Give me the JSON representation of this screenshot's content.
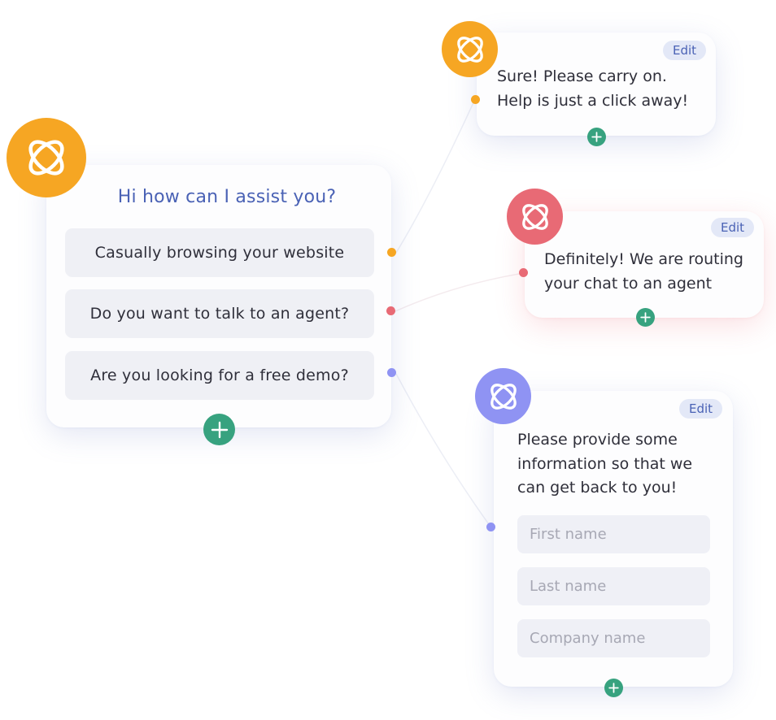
{
  "main_card": {
    "title": "Hi how can I assist you?",
    "options": [
      {
        "label": "Casually browsing your website",
        "dot_color": "#f6a623"
      },
      {
        "label": "Do you want to talk to an agent?",
        "dot_color": "#e86a75"
      },
      {
        "label": "Are you looking for a free demo?",
        "dot_color": "#8f93f3"
      }
    ],
    "avatar_color": "#f6a623",
    "add_icon": "plus-icon"
  },
  "reply_browsing": {
    "edit_label": "Edit",
    "line1": "Sure! Please carry on.",
    "line2": "Help is just a click away!",
    "avatar_color": "#f6a623"
  },
  "reply_agent": {
    "edit_label": "Edit",
    "line1": "Definitely! We are routing",
    "line2": "your chat to an agent",
    "avatar_color": "#e86a75"
  },
  "reply_demo": {
    "edit_label": "Edit",
    "line1": "Please provide some",
    "line2": "information so that we",
    "line3": "can get back to you!",
    "avatar_color": "#8f93f3",
    "fields": [
      {
        "placeholder": "First name"
      },
      {
        "placeholder": "Last name"
      },
      {
        "placeholder": "Company name"
      }
    ]
  },
  "colors": {
    "accent_green": "#37a27f",
    "title_blue": "#4a62b5",
    "edit_bg": "#e3e8f7"
  }
}
